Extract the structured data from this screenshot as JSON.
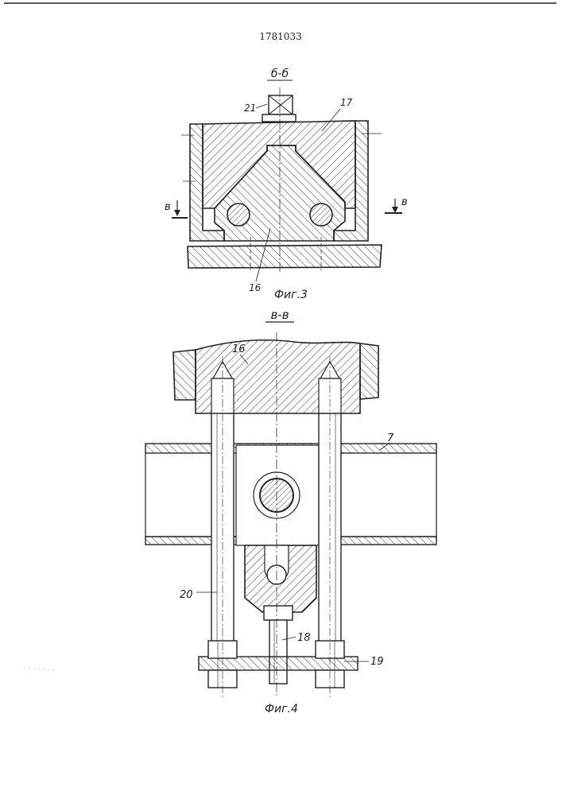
{
  "document": {
    "patent_number": "1781033"
  },
  "fig3": {
    "section_title": "б-б",
    "caption": "Фиг.3",
    "cut_label_left": "в",
    "cut_label_right": "в",
    "callouts": {
      "screw": "21",
      "cover": "17",
      "block": "16"
    }
  },
  "fig4": {
    "section_title": "в-в",
    "caption": "Фиг.4",
    "callouts": {
      "block": "16",
      "beam": "7",
      "bolt": "20",
      "screw": "18",
      "plate": "19"
    }
  },
  "colors": {
    "ink": "#222222",
    "paper": "#ffffff"
  }
}
